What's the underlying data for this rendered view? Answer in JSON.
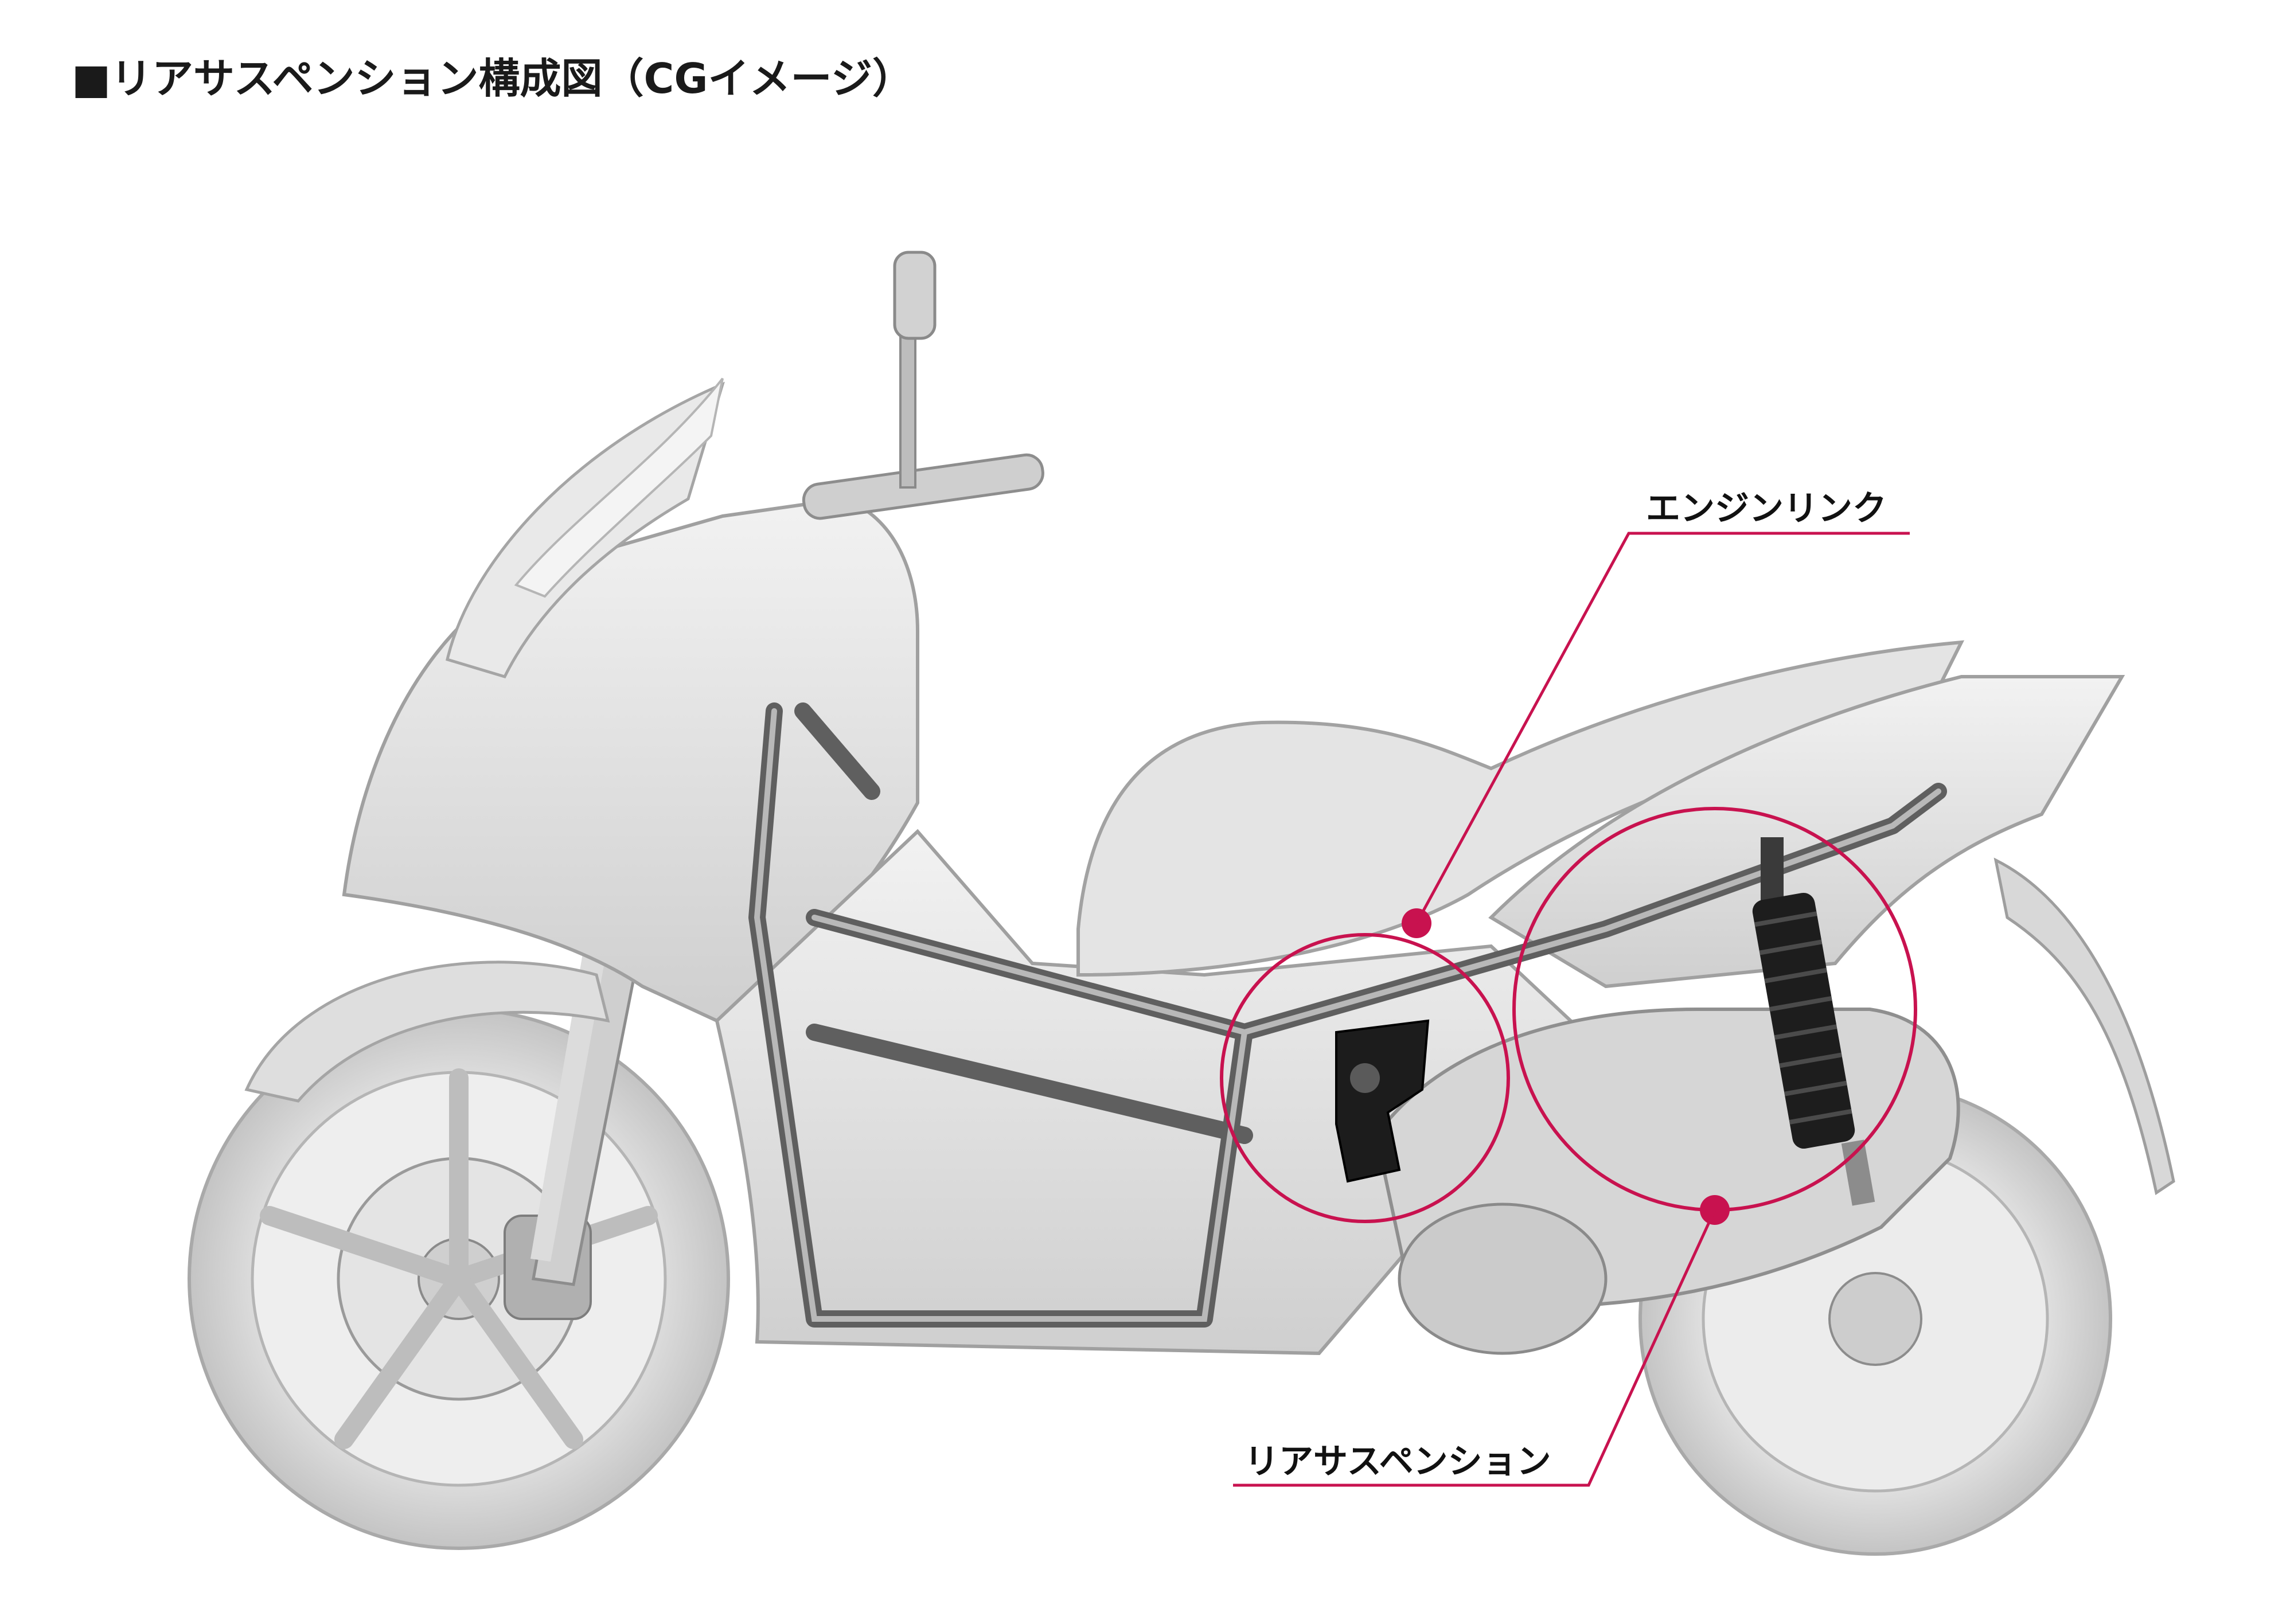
{
  "page": {
    "title": "■リアサスペンション構成図（CGイメージ）"
  },
  "callouts": [
    {
      "id": "engine-link",
      "label": "エンジンリンク"
    },
    {
      "id": "rear-suspension",
      "label": "リアサスペンション"
    }
  ],
  "colors": {
    "accent": "#c8124f",
    "body": "#e6e6e6",
    "body_shade": "#cdcdcd",
    "frame": "#5a5a5a",
    "dark_part": "#1c1c1c",
    "tire": "#d9d9d9"
  }
}
